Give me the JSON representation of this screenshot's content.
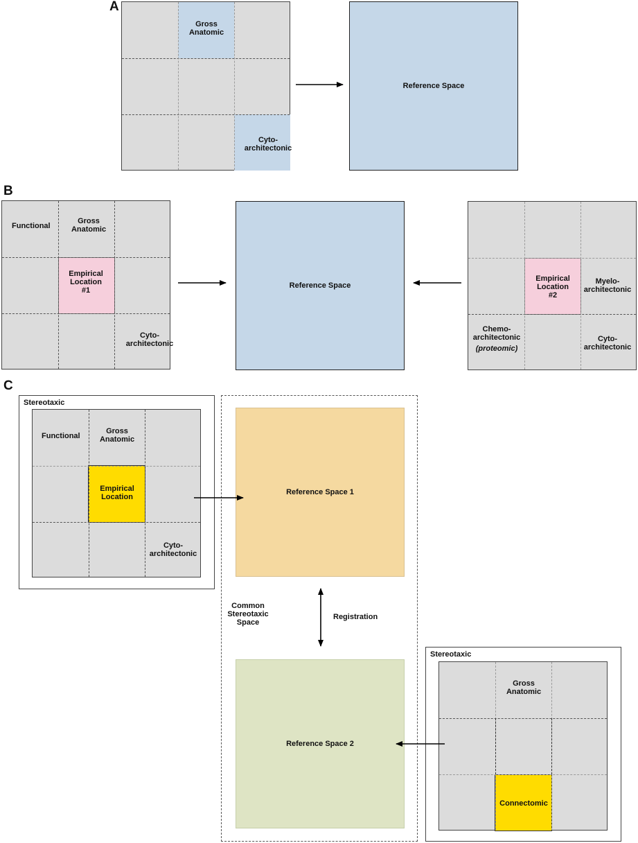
{
  "panels": {
    "A": {
      "letter": "A",
      "grid_labels": {
        "gross": "Gross\nAnatomic",
        "cyto": "Cyto-\narchitectonic"
      },
      "reference": "Reference Space"
    },
    "B": {
      "letter": "B",
      "left_grid": {
        "functional": "Functional",
        "gross": "Gross\nAnatomic",
        "empirical": "Empirical\nLocation\n#1",
        "cyto": "Cyto-\narchitectonic"
      },
      "reference": "Reference Space",
      "right_grid": {
        "empirical": "Empirical\nLocation\n#2",
        "myelo": "Myelo-\narchitectonic",
        "chemo": "Chemo-\narchitectonic",
        "chemo_sub": "(proteomic)",
        "cyto": "Cyto-\narchitectonic"
      }
    },
    "C": {
      "letter": "C",
      "left_box": {
        "title": "Stereotaxic",
        "functional": "Functional",
        "gross": "Gross\nAnatomic",
        "empirical": "Empirical\nLocation",
        "cyto": "Cyto-\narchitectonic"
      },
      "reference1": "Reference Space 1",
      "reference2": "Reference Space 2",
      "common": "Common\nStereotaxic\nSpace",
      "registration": "Registration",
      "right_box": {
        "title": "Stereotaxic",
        "gross": "Gross\nAnatomic",
        "connectomic": "Connectomic"
      }
    }
  },
  "colors": {
    "grid_gray": "#dcdcdc",
    "blue": "#c5d7e8",
    "pink": "#f6cfdc",
    "yellow": "#ffdc00",
    "orange": "#f5d9a0",
    "green": "#dee4c4"
  }
}
